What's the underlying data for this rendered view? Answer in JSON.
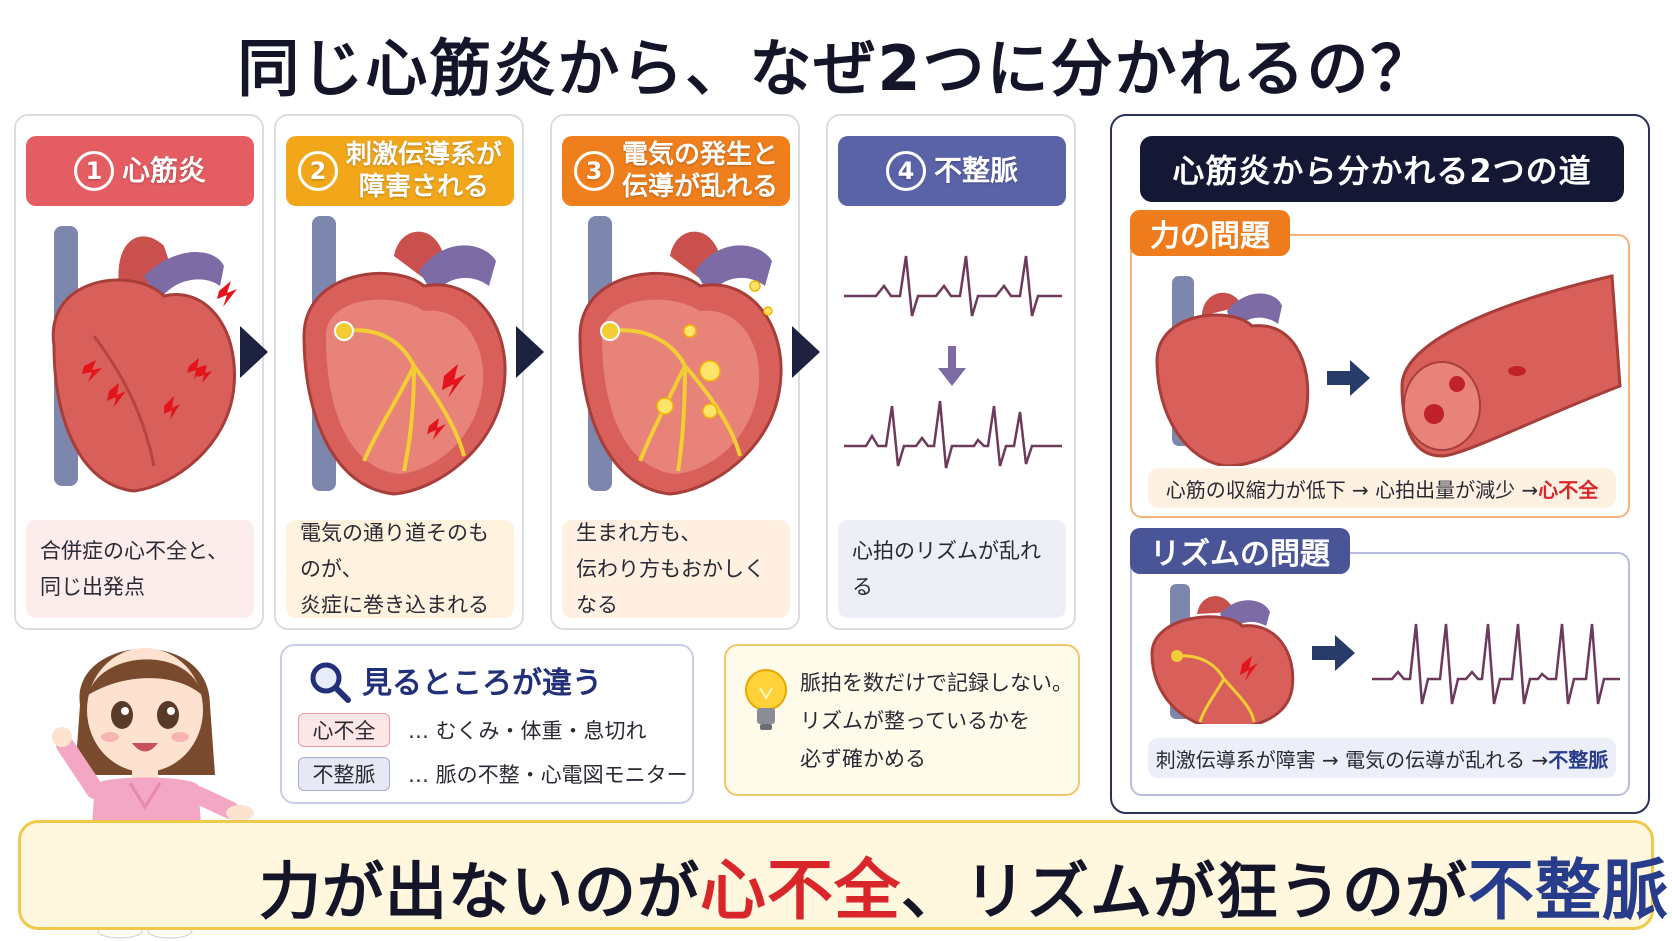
{
  "title": "同じ心筋炎から、なぜ2つに分かれるの？",
  "steps": [
    {
      "num": "1",
      "label": "心筋炎",
      "label2": "",
      "color": "#e45d62",
      "note_bg": "#fdecec",
      "note_line1": "合併症の心不全と、",
      "note_line2": "同じ出発点"
    },
    {
      "num": "2",
      "label": "刺激伝導系が",
      "label2": "障害される",
      "color": "#f2a71b",
      "note_bg": "#fff2de",
      "note_line1": "電気の通り道そのものが、",
      "note_line2": "炎症に巻き込まれる"
    },
    {
      "num": "3",
      "label": "電気の発生と",
      "label2": "伝導が乱れる",
      "color": "#ef7f1c",
      "note_bg": "#fff0e2",
      "note_line1": "生まれ方も、",
      "note_line2": "伝わり方もおかしくなる"
    },
    {
      "num": "4",
      "label": "不整脈",
      "label2": "",
      "color": "#5a63a8",
      "note_bg": "#eeeef6",
      "note_line1": "心拍のリズムが乱れる",
      "note_line2": ""
    }
  ],
  "right": {
    "title": "心筋炎から分かれる2つの道",
    "power": {
      "tag": "力の問題",
      "tag_color": "#ee7b1c",
      "caption_pre": "心筋の収縮力が低下 → 心拍出量が減少 → ",
      "caption_em": "心不全",
      "em_color": "#d8262a",
      "border": "#f5b27a",
      "caption_bg": "#fff1e2"
    },
    "rhythm": {
      "tag": "リズムの問題",
      "tag_color": "#4a5598",
      "caption_pre": "刺激伝導系が障害 → 電気の伝導が乱れる → ",
      "caption_em": "不整脈",
      "em_color": "#283c8c",
      "border": "#b9bee0",
      "caption_bg": "#eceef8"
    }
  },
  "look": {
    "title": "見るところが違う",
    "rows": [
      {
        "tag": "心不全",
        "tag_bg": "#fde6e6",
        "tag_border": "#ef9c9c",
        "text": "… むくみ・体重・息切れ"
      },
      {
        "tag": "不整脈",
        "tag_bg": "#e6e8f4",
        "tag_border": "#a6acd2",
        "text": "… 脈の不整・心電図モニター"
      }
    ]
  },
  "tip": {
    "line1": "脈拍を数だけで記録しない。",
    "line2": "リズムが整っているかを",
    "line3": "必ず確かめる"
  },
  "bottom": {
    "part1": "力が出ないのが",
    "em1": "心不全",
    "part2": "、リズムが狂うのが",
    "em2": "不整脈"
  },
  "colors": {
    "heart": "#d9605a",
    "heart_dark": "#b8433f",
    "vessel_blue": "#7d86ad",
    "vessel_purple": "#7d6ba6",
    "conduction": "#f2cd34",
    "spark": "#e3141b",
    "ecg": "#6e3a5c"
  }
}
